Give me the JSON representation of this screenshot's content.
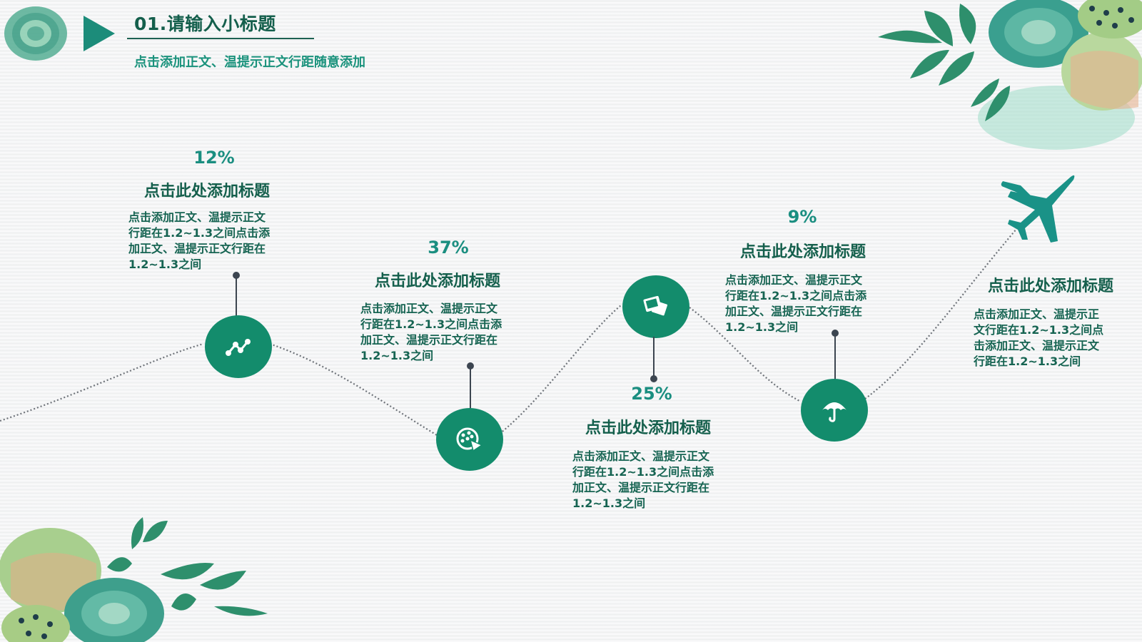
{
  "header": {
    "title": "01.请输入小标题",
    "subtitle": "点击添加正文、温提示正文行距随意添加"
  },
  "colors": {
    "accent": "#138c6c",
    "title_text": "#145f4c",
    "percent_text": "#1a8e80",
    "stem": "#3c4550"
  },
  "steps": [
    {
      "percent": "12%",
      "title": "点击此处添加标题",
      "body": [
        "点击添加正文、温提示正文",
        "行距在1.2~1.3之间点击添",
        "加正文、温提示正文行距在",
        "1.2~1.3之间"
      ],
      "icon": "line-chart-icon"
    },
    {
      "percent": "37%",
      "title": "点击此处添加标题",
      "body": [
        "点击添加正文、温提示正文",
        "行距在1.2~1.3之间点击添",
        "加正文、温提示正文行距在",
        "1.2~1.3之间"
      ],
      "icon": "pizza-icon"
    },
    {
      "percent": "25%",
      "title": "点击此处添加标题",
      "body": [
        "点击添加正文、温提示正文",
        "行距在1.2~1.3之间点击添",
        "加正文、温提示正文行距在",
        "1.2~1.3之间"
      ],
      "icon": "photos-icon"
    },
    {
      "percent": "9%",
      "title": "点击此处添加标题",
      "body": [
        "点击添加正文、温提示正文",
        "行距在1.2~1.3之间点击添",
        "加正文、温提示正文行距在",
        "1.2~1.3之间"
      ],
      "icon": "umbrella-icon"
    },
    {
      "title": "点击此处添加标题",
      "body": [
        "点击添加正文、温提示正",
        "文行距在1.2~1.3之间点",
        "击添加正文、温提示正文",
        "行距在1.2~1.3之间"
      ],
      "icon": "airplane-icon"
    }
  ]
}
